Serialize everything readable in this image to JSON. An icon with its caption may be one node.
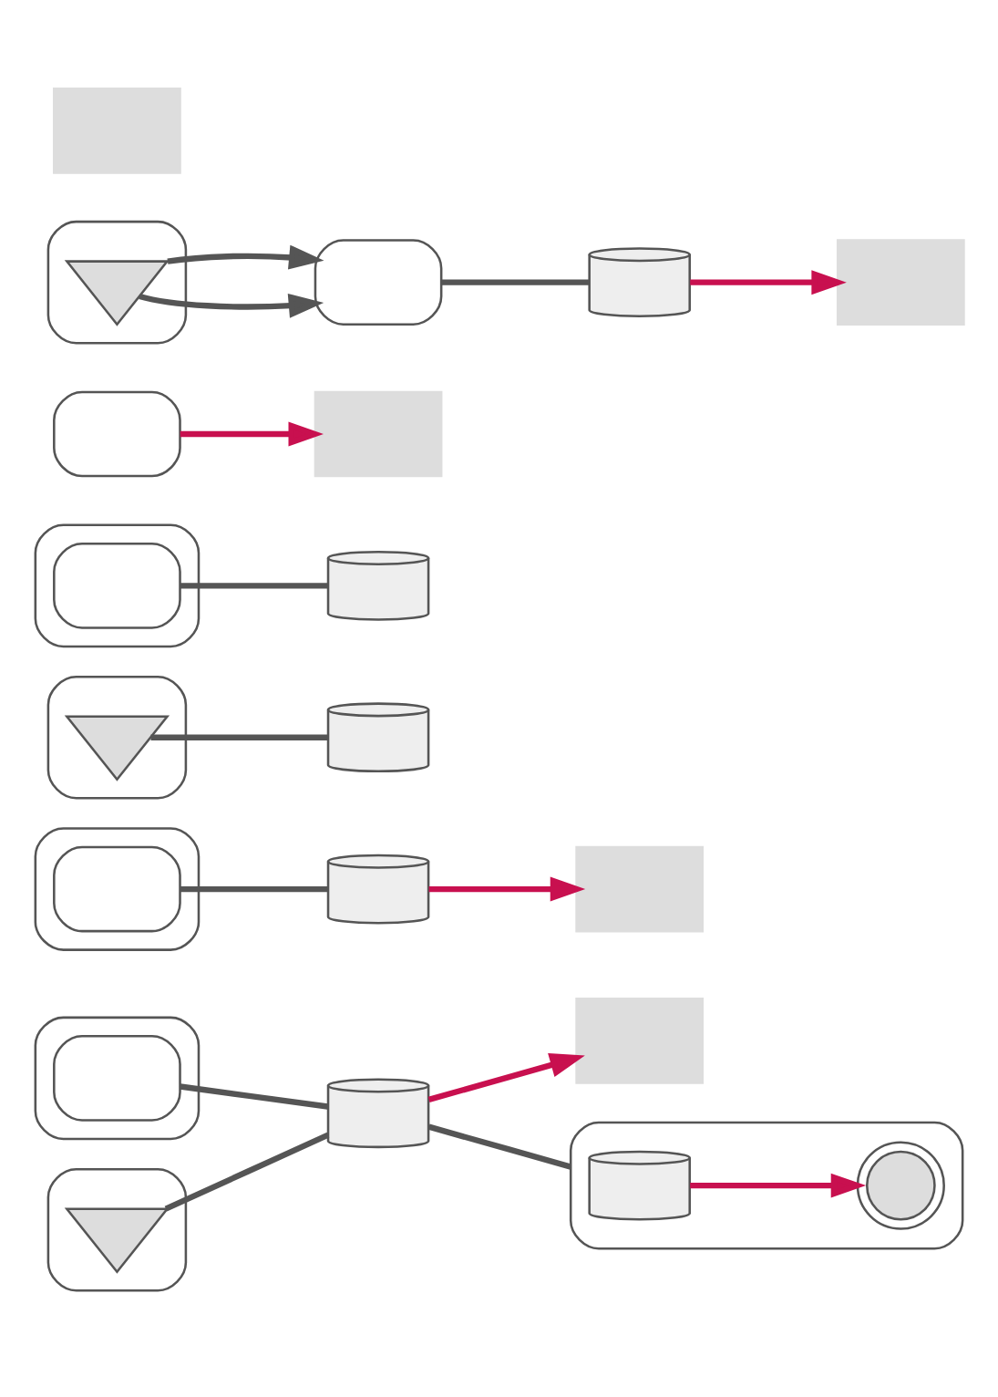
{
  "diagram": {
    "nodes": [
      {
        "text": [],
        "shape": "box"
      },
      {
        "text": [],
        "shape": "box",
        "in": 0
      },
      {
        "text": [],
        "shape": "box"
      },
      {
        "text": [],
        "shape": "antenna",
        "in": 2
      },
      {
        "text": [],
        "shape": "cylinder"
      },
      {
        "text": [],
        "shape": "box"
      },
      {
        "text": [],
        "shape": "box"
      },
      {
        "text": [],
        "shape": "cylinder",
        "in": 6
      },
      {
        "text": [],
        "shape": "circle",
        "in": 6
      },
      {
        "text": [],
        "shape": "box"
      },
      {
        "text": [],
        "shape": "box",
        "in": 9
      },
      {
        "text": [],
        "shape": "cylinder"
      },
      {
        "text": [],
        "shape": "box"
      },
      {
        "text": [],
        "shape": "box"
      },
      {
        "text": [],
        "shape": "antenna",
        "in": 13
      },
      {
        "text": [],
        "shape": "box"
      },
      {
        "text": [],
        "shape": "box",
        "in": 15
      },
      {
        "text": [],
        "shape": "cylinder"
      },
      {
        "text": [],
        "shape": "cylinder"
      },
      {
        "text": [],
        "shape": "box"
      },
      {
        "text": [],
        "shape": "box"
      },
      {
        "text": [],
        "shape": "box"
      },
      {
        "text": [],
        "shape": "antenna",
        "in": 21
      },
      {
        "text": [],
        "shape": "box"
      },
      {
        "text": [],
        "shape": "cylinder"
      },
      {
        "text": [],
        "shape": "box"
      },
      {
        "text": [],
        "shape": "box"
      }
    ],
    "edges": [
      {
        "from": 1,
        "to": 4,
        "arrow": "none"
      },
      {
        "from": 3,
        "to": 4,
        "arrow": "none"
      },
      {
        "from": 4,
        "to": 5,
        "arrow": "to",
        "color": "#c8104f"
      },
      {
        "from": 4,
        "to": 6,
        "arrow": "none"
      },
      {
        "from": 7,
        "to": 8,
        "arrow": "to",
        "color": "#c8104f"
      },
      {
        "from": 10,
        "to": 11,
        "arrow": "none"
      },
      {
        "from": 11,
        "to": 12,
        "arrow": "to",
        "color": "#c8104f"
      },
      {
        "from": 14,
        "to": 17,
        "arrow": "none"
      },
      {
        "from": 16,
        "to": 18,
        "arrow": "none"
      },
      {
        "from": 19,
        "to": 20,
        "arrow": "to",
        "color": "#c8104f"
      },
      {
        "from": 22,
        "to": 23,
        "arrow": "to"
      },
      {
        "from": 22,
        "to": 23,
        "arrow": "to"
      },
      {
        "from": 23,
        "to": 24,
        "arrow": "none"
      },
      {
        "from": 24,
        "to": 25,
        "arrow": "to",
        "color": "#c8104f"
      }
    ]
  }
}
